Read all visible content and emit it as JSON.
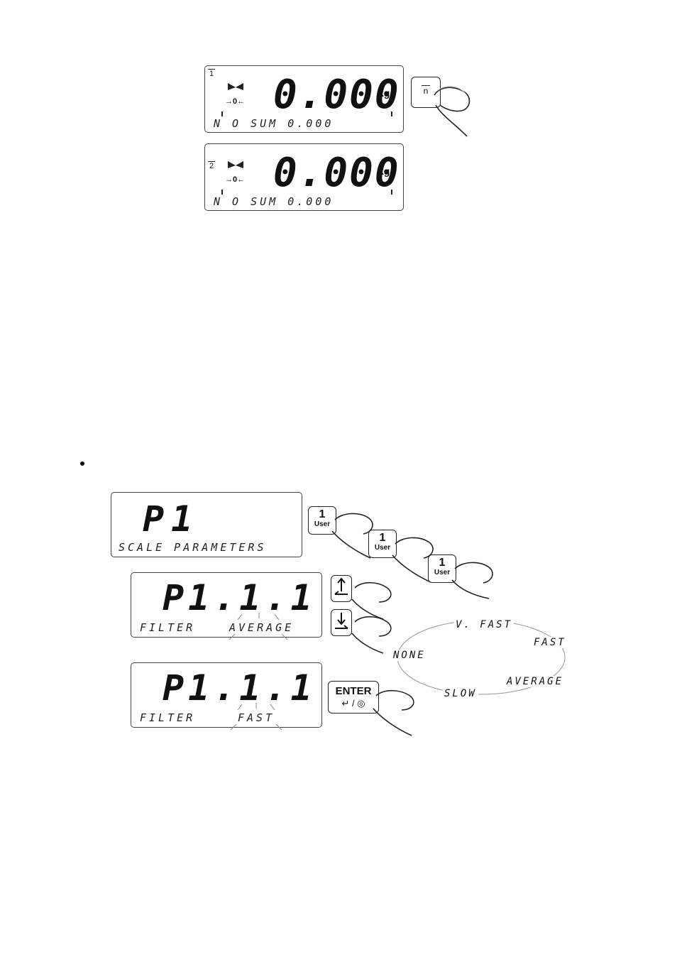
{
  "top_display_1": {
    "platform_label": "1",
    "zero_symbol": "→0←",
    "value": "0.000",
    "unit": "kg",
    "bottom_text": "N O   SUM 0.000",
    "key_label": "n"
  },
  "top_display_2": {
    "platform_label": "2",
    "zero_symbol": "→0←",
    "value": "0.000",
    "unit": "kg",
    "bottom_text": "N O   SUM 0.000"
  },
  "menu_display_1": {
    "main": "P1",
    "bottom": "SCALE PARAMETERS"
  },
  "menu_display_2": {
    "main": "P1.1.1",
    "bottom_left": "FILTER",
    "bottom_right": "AVERAGE"
  },
  "menu_display_3": {
    "main": "P1.1.1",
    "bottom_left": "FILTER",
    "bottom_right": "FAST"
  },
  "user_keys": [
    {
      "num": "1",
      "sub": "User"
    },
    {
      "num": "1",
      "sub": "User"
    },
    {
      "num": "1",
      "sub": "User"
    }
  ],
  "enter_key": {
    "label": "ENTER",
    "sub": "↵ / ◎"
  },
  "filter_cycle": {
    "options": [
      "V. FAST",
      "FAST",
      "AVERAGE",
      "SLOW",
      "NONE"
    ]
  }
}
